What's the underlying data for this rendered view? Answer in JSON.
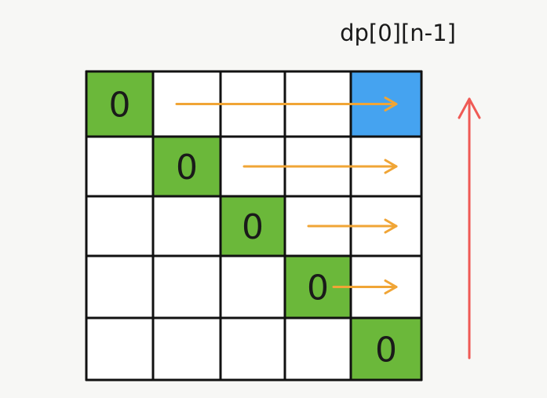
{
  "caption": "dp[0][n-1]",
  "grid": {
    "rows": 5,
    "cols": 5,
    "cells": [
      [
        {
          "text": "0",
          "state": "diagonal"
        },
        {
          "text": "",
          "state": "empty"
        },
        {
          "text": "",
          "state": "empty"
        },
        {
          "text": "",
          "state": "empty"
        },
        {
          "text": "",
          "state": "target"
        }
      ],
      [
        {
          "text": "",
          "state": "empty"
        },
        {
          "text": "0",
          "state": "diagonal"
        },
        {
          "text": "",
          "state": "empty"
        },
        {
          "text": "",
          "state": "empty"
        },
        {
          "text": "",
          "state": "empty"
        }
      ],
      [
        {
          "text": "",
          "state": "empty"
        },
        {
          "text": "",
          "state": "empty"
        },
        {
          "text": "0",
          "state": "diagonal"
        },
        {
          "text": "",
          "state": "empty"
        },
        {
          "text": "",
          "state": "empty"
        }
      ],
      [
        {
          "text": "",
          "state": "empty"
        },
        {
          "text": "",
          "state": "empty"
        },
        {
          "text": "",
          "state": "empty"
        },
        {
          "text": "0",
          "state": "diagonal"
        },
        {
          "text": "",
          "state": "empty"
        }
      ],
      [
        {
          "text": "",
          "state": "empty"
        },
        {
          "text": "",
          "state": "empty"
        },
        {
          "text": "",
          "state": "empty"
        },
        {
          "text": "",
          "state": "empty"
        },
        {
          "text": "0",
          "state": "diagonal"
        }
      ]
    ]
  },
  "row_arrows": [
    {
      "row": 0,
      "from_col": 1,
      "to_col": 4
    },
    {
      "row": 1,
      "from_col": 2,
      "to_col": 4
    },
    {
      "row": 2,
      "from_col": 3,
      "to_col": 4
    },
    {
      "row": 3,
      "from_col": 3,
      "to_col": 4
    }
  ],
  "vertical_arrow": {
    "direction": "up"
  },
  "colors": {
    "diagonal": "#6bb83a",
    "target": "#45a3f0",
    "empty": "#ffffff",
    "grid_line": "#111111",
    "row_arrow": "#f0a536",
    "vertical_arrow": "#ef5a55",
    "text": "#1a1a1a"
  }
}
